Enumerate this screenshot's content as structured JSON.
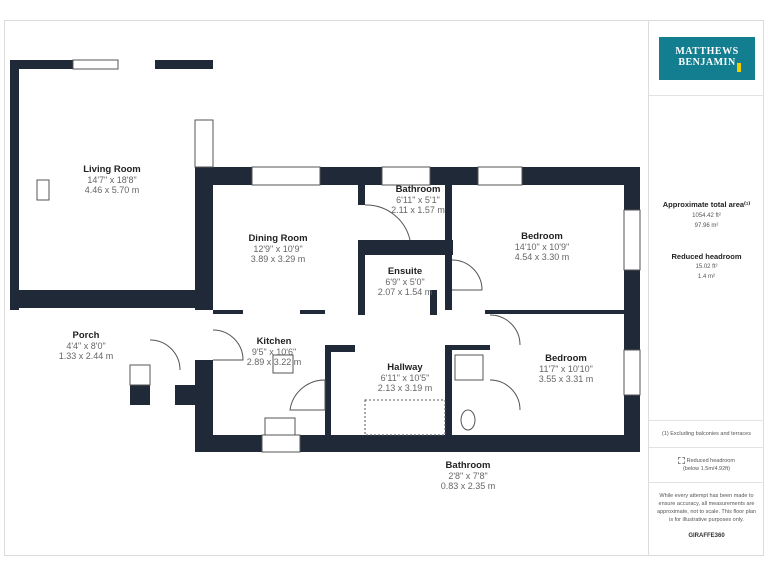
{
  "rooms": [
    {
      "name": "Living Room",
      "imperial": "14'7\" x 18'8\"",
      "metric": "4.46 x 5.70 m"
    },
    {
      "name": "Dining Room",
      "imperial": "12'9\" x 10'9\"",
      "metric": "3.89 x 3.29 m"
    },
    {
      "name": "Bathroom",
      "imperial": "6'11\" x 5'1\"",
      "metric": "2.11 x 1.57 m"
    },
    {
      "name": "Bedroom",
      "imperial": "14'10\" x 10'9\"",
      "metric": "4.54 x 3.30 m"
    },
    {
      "name": "Ensuite",
      "imperial": "6'9\" x 5'0\"",
      "metric": "2.07 x 1.54 m"
    },
    {
      "name": "Porch",
      "imperial": "4'4\" x 8'0\"",
      "metric": "1.33 x 2.44 m"
    },
    {
      "name": "Kitchen",
      "imperial": "9'5\" x 10'6\"",
      "metric": "2.89 x 3.22 m"
    },
    {
      "name": "Hallway",
      "imperial": "6'11\" x 10'5\"",
      "metric": "2.13 x 3.19 m"
    },
    {
      "name": "Bedroom",
      "imperial": "11'7\" x 10'10\"",
      "metric": "3.55 x 3.31 m"
    },
    {
      "name": "Bathroom",
      "imperial": "2'8\" x 7'8\"",
      "metric": "0.83 x 2.35 m"
    }
  ],
  "panel": {
    "logo_line1": "MATTHEWS",
    "logo_line2": "BENJAMIN",
    "total_area_label": "Approximate total area⁽¹⁾",
    "total_area_ft": "1054.42 ft²",
    "total_area_m": "97.96 m²",
    "reduced_label": "Reduced headroom",
    "reduced_ft": "15.02 ft²",
    "reduced_m": "1.4 m²",
    "footnote": "(1) Excluding balconies and terraces",
    "legend_line1": "Reduced headroom",
    "legend_line2": "(below 1.5m/4.92ft)",
    "disclaimer": "While every attempt has been made to ensure accuracy, all measurements are approximate, not to scale. This floor plan is for illustrative purposes only.",
    "brand": "GIRAFFE360"
  },
  "colors": {
    "wall": "#1f2937",
    "logo_bg": "#127e8f",
    "logo_accent": "#f2d000"
  }
}
